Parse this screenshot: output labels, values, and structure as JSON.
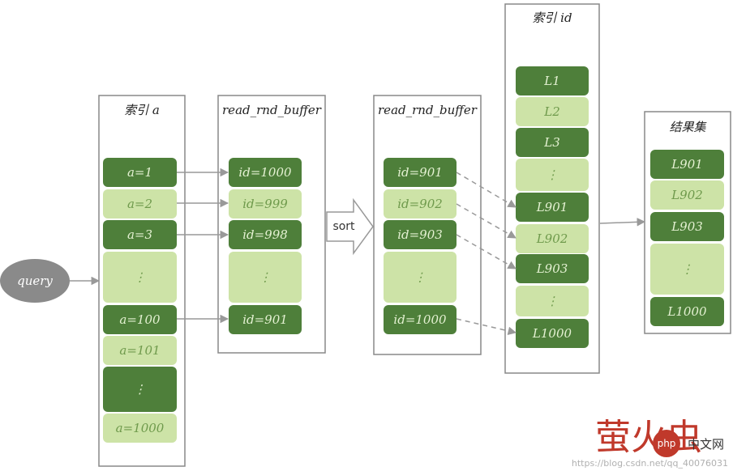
{
  "colors": {
    "dark": "#4e7f3a",
    "light": "#cde3a7",
    "dark_text": "#e4f1d2",
    "light_text": "#6f9a4c",
    "frame": "#888888",
    "arrow": "#999999",
    "query_bg": "#8a8a8a"
  },
  "query": {
    "label": "query"
  },
  "index_a": {
    "title": "索引 a",
    "cells": [
      {
        "text": "a=1",
        "kind": "dark"
      },
      {
        "text": "a=2",
        "kind": "light"
      },
      {
        "text": "a=3",
        "kind": "dark"
      },
      {
        "text": "⋮",
        "kind": "light"
      },
      {
        "text": "a=100",
        "kind": "dark"
      },
      {
        "text": "a=101",
        "kind": "light"
      },
      {
        "text": "⋮",
        "kind": "dark"
      },
      {
        "text": "a=1000",
        "kind": "light"
      }
    ]
  },
  "buffer_1": {
    "title": "read_rnd_buffer",
    "cells": [
      {
        "text": "id=1000",
        "kind": "dark"
      },
      {
        "text": "id=999",
        "kind": "light"
      },
      {
        "text": "id=998",
        "kind": "dark"
      },
      {
        "text": "⋮",
        "kind": "light"
      },
      {
        "text": "id=901",
        "kind": "dark"
      }
    ]
  },
  "sort_label": "sort",
  "buffer_2": {
    "title": "read_rnd_buffer",
    "cells": [
      {
        "text": "id=901",
        "kind": "dark"
      },
      {
        "text": "id=902",
        "kind": "light"
      },
      {
        "text": "id=903",
        "kind": "dark"
      },
      {
        "text": "⋮",
        "kind": "light"
      },
      {
        "text": "id=1000",
        "kind": "dark"
      }
    ]
  },
  "index_id": {
    "title": "索引 id",
    "cells": [
      {
        "text": "L1",
        "kind": "dark"
      },
      {
        "text": "L2",
        "kind": "light"
      },
      {
        "text": "L3",
        "kind": "dark"
      },
      {
        "text": "⋮",
        "kind": "light"
      },
      {
        "text": "L901",
        "kind": "dark"
      },
      {
        "text": "L902",
        "kind": "light"
      },
      {
        "text": "L903",
        "kind": "dark"
      },
      {
        "text": "⋮",
        "kind": "light"
      },
      {
        "text": "L1000",
        "kind": "dark"
      }
    ]
  },
  "result_set": {
    "title": "结果集",
    "cells": [
      {
        "text": "L901",
        "kind": "dark"
      },
      {
        "text": "L902",
        "kind": "light"
      },
      {
        "text": "L903",
        "kind": "dark"
      },
      {
        "text": "⋮",
        "kind": "light"
      },
      {
        "text": "L1000",
        "kind": "dark"
      }
    ]
  },
  "watermark": {
    "brand": "萤火虫",
    "site": "php",
    "site_cn": "中文网",
    "url": "https://blog.csdn.net/qq_40076031"
  }
}
